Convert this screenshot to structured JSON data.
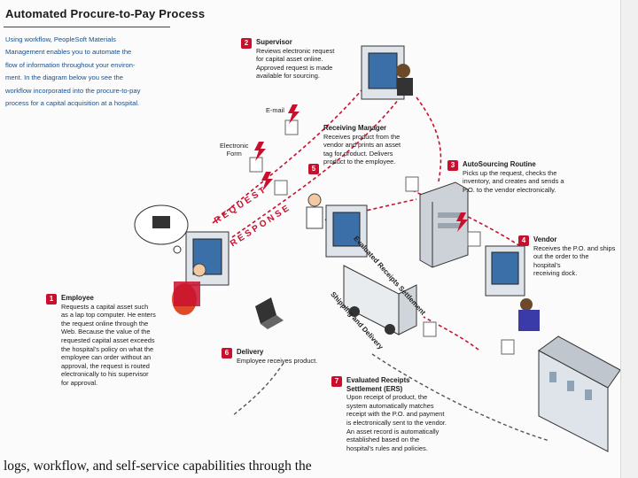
{
  "title": "Automated Procure-to-Pay Process",
  "intro": "Using workflow, PeopleSoft Materials\nManagement enables you to automate the\nflow of information throughout your environ-\nment. In the diagram below you see the\nworkflow incorporated into the procure-to-pay\nprocess for a capital acquisition at a hospital.",
  "steps": [
    {
      "num": "1",
      "head": "Employee",
      "body": "Requests a capital asset such\nas a lap top computer. He enters\nthe request online through the\nWeb. Because the value of the\nrequested capital asset exceeds\nthe hospital's policy on what the\nemployee can order without an\napproval, the request is routed\nelectronically to his supervisor\nfor approval."
    },
    {
      "num": "2",
      "head": "Supervisor",
      "body": "Reviews electronic request\nfor capital asset online.\nApproved request is made\navailable for sourcing."
    },
    {
      "num": "3",
      "head": "AutoSourcing Routine",
      "body": "Picks up the request, checks the\ninventory, and creates and sends a\nP.O. to the vendor electronically."
    },
    {
      "num": "4",
      "head": "Vendor",
      "body": "Receives the P.O. and ships\nout the order to the hospital's\nreceiving dock."
    },
    {
      "num": "5",
      "head": "Receiving Manager",
      "body": "Receives product from the\nvendor and prints an asset\ntag for product. Delivers\nproduct to the employee."
    },
    {
      "num": "6",
      "head": "Delivery",
      "body": "Employee receives product."
    },
    {
      "num": "7",
      "head": "Evaluated Receipts\nSettlement (ERS)",
      "body": "Upon receipt of product, the\nsystem automatically matches\nreceipt with the P.O. and payment\nis electronically sent to the vendor.\nAn asset record is automatically\nestablished based on the\nhospital's rules and policies."
    }
  ],
  "labels": {
    "email": "E-mail",
    "electronic_form": "Electronic\nForm",
    "request": "REQUEST",
    "response": "RESPONSE",
    "ers_path": "Evaluated Receipts Settlement",
    "shipping": "Shipping and Delivery"
  },
  "footer_text": "logs, workflow, and self-service capabilities through the",
  "colors": {
    "accent_red": "#c8102e",
    "intro_blue": "#1b4f8a"
  }
}
